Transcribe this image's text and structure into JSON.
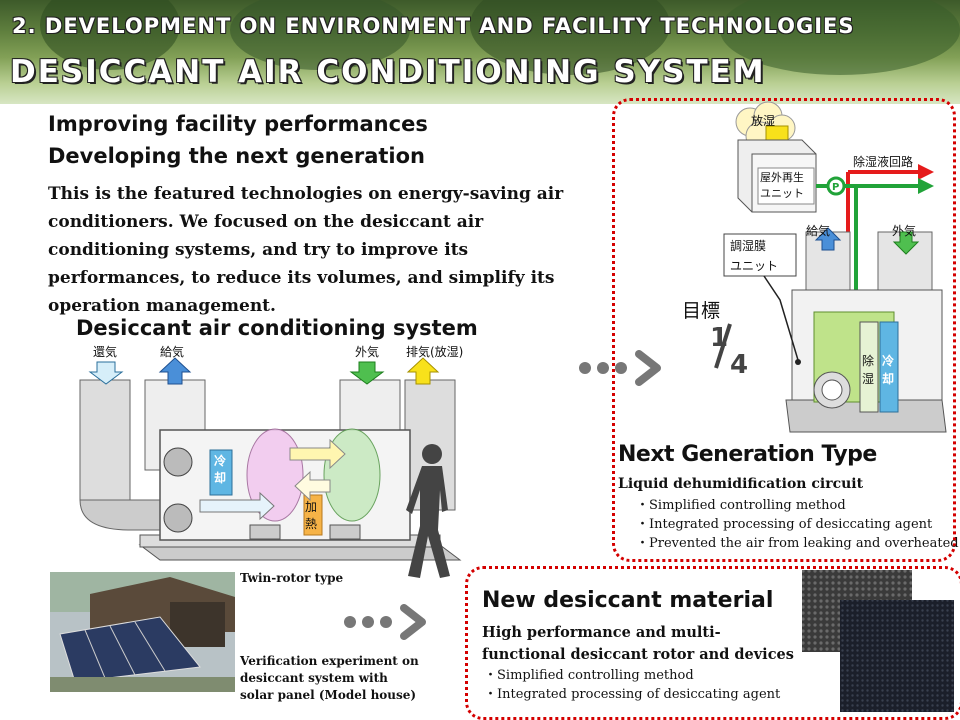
{
  "header": {
    "line1": "2. DEVELOPMENT ON  ENVIRONMENT AND FACILITY TECHNOLOGIES",
    "line2": "DESICCANT AIR CONDITIONING SYSTEM"
  },
  "intro": {
    "heading1": "Improving facility performances",
    "heading2": "Developing the next generation",
    "paragraph": "This is the featured technologies on energy-saving air conditioners. We focused on the desiccant air conditioning systems,  and try to improve its performances, to reduce its volumes, and simplify its operation management."
  },
  "system_diagram": {
    "title": "Desiccant air conditioning system",
    "labels": {
      "return_air": "還気",
      "supply_air": "給気",
      "outside_air": "外気",
      "exhaust_air": "排気(放湿)",
      "cooling": "冷却",
      "heating": "加熱"
    },
    "caption": "Twin-rotor  type"
  },
  "photo": {
    "caption": "Verification  experiment  on desiccant system with  solar panel (Model house)"
  },
  "next_gen": {
    "labels": {
      "release": "放湿",
      "outdoor_unit": "屋外再生\nユニット",
      "solution_circuit": "除湿液回路",
      "pump": "P",
      "supply_air": "給気",
      "outside_air": "外気",
      "membrane_unit": "調湿膜\nユニット",
      "dehumid": "除湿",
      "cooling": "冷却"
    },
    "target_label": "目標",
    "target_num": "1",
    "target_den": "4",
    "title": "Next Generation Type",
    "subtitle": "Liquid dehumidification  circuit",
    "bullets": [
      "・Simplified  controlling  method",
      "・Integrated  processing  of  desiccating  agent",
      "・Prevented  the  air  from  leaking  and  overheated"
    ]
  },
  "material": {
    "title": "New desiccant material",
    "subtitle": "High performance and multi-functional desiccant rotor and devices",
    "bullets": [
      "・Simplified   controlling   method",
      "・Integrated  processing  of  desiccating  agent"
    ]
  }
}
